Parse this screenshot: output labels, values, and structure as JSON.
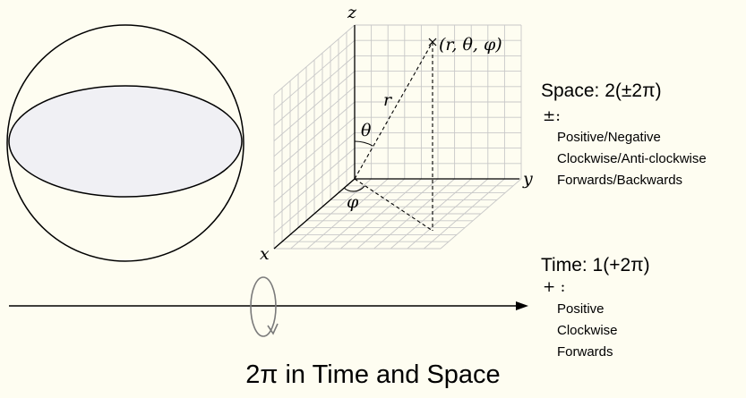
{
  "axes": {
    "x": "x",
    "y": "y",
    "z": "z"
  },
  "labels": {
    "point": "(r, θ, φ)",
    "radius": "r",
    "theta": "θ",
    "phi": "φ"
  },
  "space": {
    "heading": "Space: 2(±2π)",
    "symbol": "±:",
    "items": [
      "Positive/Negative",
      "Clockwise/Anti-clockwise",
      "Forwards/Backwards"
    ]
  },
  "time": {
    "heading": "Time: 1(+2π)",
    "symbol": "+ :",
    "items": [
      "Positive",
      "Clockwise",
      "Forwards"
    ]
  },
  "caption": "2π in Time and  Space",
  "colors": {
    "background": "#fefdf1",
    "ellipse_fill": "#f0f0f4",
    "grid": "#c8c8c8",
    "loop": "#7a7a7a"
  }
}
